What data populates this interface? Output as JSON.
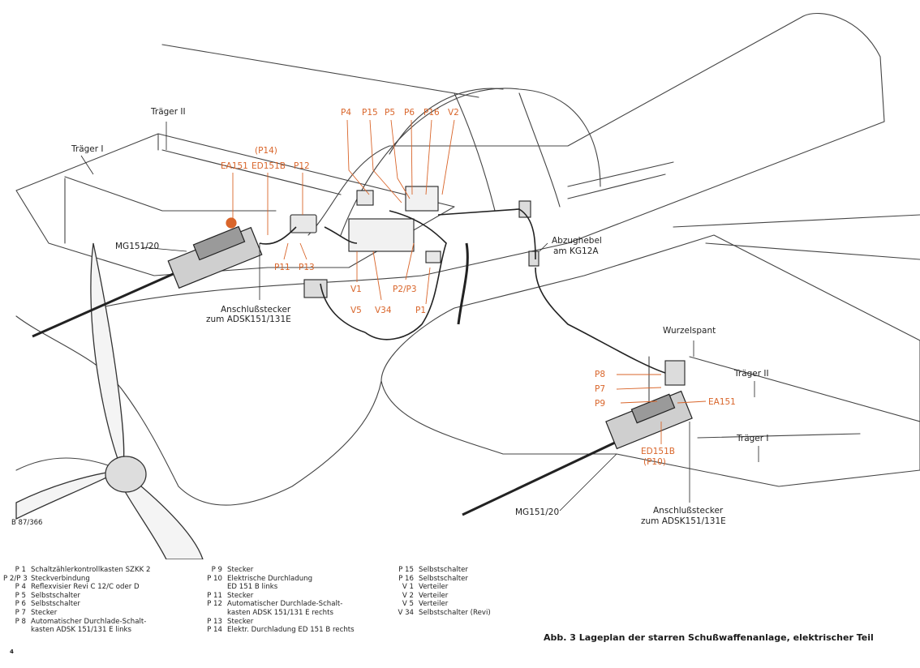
{
  "figure": {
    "reference_number": "B 87/366",
    "caption": "Abb. 3  Lageplan der starren Schußwaffenanlage, elektrischer Teil",
    "page_number": "4"
  },
  "labels": {
    "traeger_i_left": "Träger I",
    "traeger_ii_left": "Träger II",
    "mg_left": "MG151/20",
    "p14_left": "(P14)",
    "ea151_left": "EA151",
    "ed151b_left": "ED151B",
    "p12": "P12",
    "p11": "P11",
    "p13": "P13",
    "anschluss_left_1": "Anschlußstecker",
    "anschluss_left_2": "zum ADSK151/131E",
    "p4": "P4",
    "p15": "P15",
    "p5": "P5",
    "p6": "P6",
    "p16": "P16",
    "v2": "V2",
    "v1": "V1",
    "v5": "V5",
    "v34": "V34",
    "p2p3": "P2/P3",
    "p1": "P1",
    "abzughebel_1": "Abzughebel",
    "abzughebel_2": "am KG12A",
    "wurzelspant": "Wurzelspant",
    "traeger_ii_right": "Träger II",
    "traeger_i_right": "Träger I",
    "p8": "P8",
    "p7": "P7",
    "p9": "P9",
    "ea151_right": "EA151",
    "ed151b_right": "ED151B",
    "p10": "(P10)",
    "mg_right": "MG151/20",
    "anschluss_right_1": "Anschlußstecker",
    "anschluss_right_2": "zum ADSK151/131E"
  },
  "legend": {
    "col1": [
      {
        "code": "P 1",
        "text": "Schaltzählerkontrollkasten SZKK 2"
      },
      {
        "code": "P 2/P 3",
        "text": "Steckverbindung"
      },
      {
        "code": "P 4",
        "text": "Reflexvisier Revi C 12/C oder D"
      },
      {
        "code": "P 5",
        "text": "Selbstschalter"
      },
      {
        "code": "P 6",
        "text": "Selbstschalter"
      },
      {
        "code": "P 7",
        "text": "Stecker"
      },
      {
        "code": "P 8",
        "text": "Automatischer Durchlade-Schalt-"
      },
      {
        "code": "",
        "text": "kasten ADSK 151/131 E links"
      }
    ],
    "col2": [
      {
        "code": "P 9",
        "text": "Stecker"
      },
      {
        "code": "P 10",
        "text": "Elektrische Durchladung"
      },
      {
        "code": "",
        "text": "ED 151 B links"
      },
      {
        "code": "P 11",
        "text": "Stecker"
      },
      {
        "code": "P 12",
        "text": "Automatischer Durchlade-Schalt-"
      },
      {
        "code": "",
        "text": "kasten ADSK 151/131 E rechts"
      },
      {
        "code": "P 13",
        "text": "Stecker"
      },
      {
        "code": "P 14",
        "text": "Elektr. Durchladung ED 151 B rechts"
      }
    ],
    "col3": [
      {
        "code": "P 15",
        "text": "Selbstschalter"
      },
      {
        "code": "P 16",
        "text": "Selbstschalter"
      },
      {
        "code": "V 1",
        "text": "Verteiler"
      },
      {
        "code": "V 2",
        "text": "Verteiler"
      },
      {
        "code": "V 5",
        "text": "Verteiler"
      },
      {
        "code": "V 34",
        "text": "Selbstschalter (Revi)"
      }
    ]
  },
  "colors": {
    "line": "#333333",
    "accent": "#d9652a"
  }
}
